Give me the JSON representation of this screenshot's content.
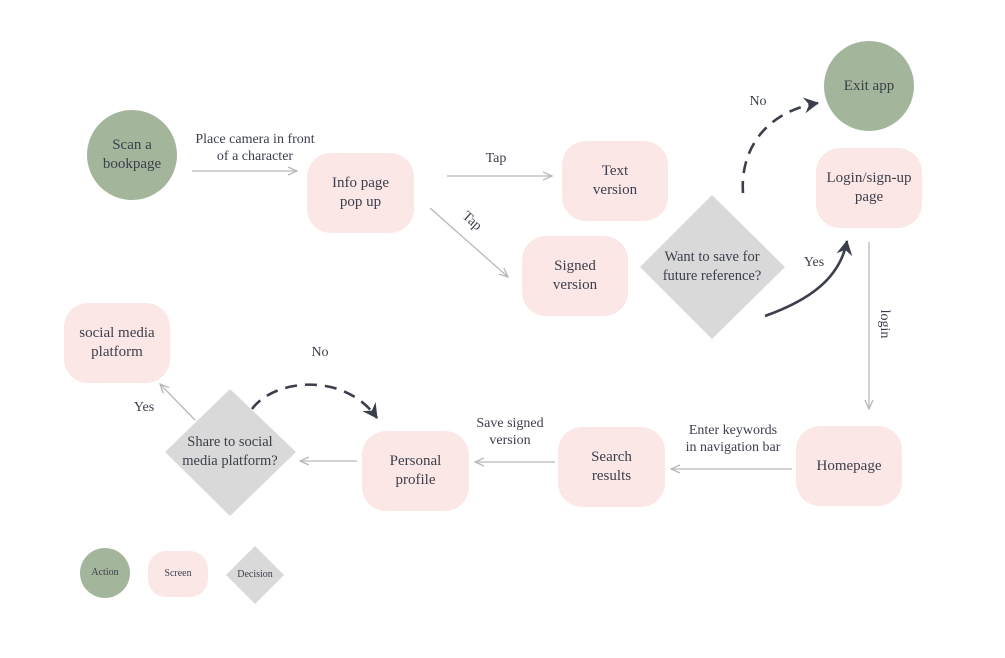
{
  "colors": {
    "action_fill": "#a3b59b",
    "screen_fill": "#fce7e7",
    "decision_fill": "#d9d9d9",
    "arrow_light": "#b9b9b9",
    "arrow_dark": "#3b3f4c",
    "text": "#3b3f4c"
  },
  "nodes": {
    "scan": "Scan a\nbookpage",
    "info": "Info page\npop up",
    "text_version": "Text\nversion",
    "signed_version": "Signed\nversion",
    "save_decision": "Want to save for\nfuture reference?",
    "exit": "Exit app",
    "login": "Login/sign-up\npage",
    "homepage": "Homepage",
    "search": "Search\nresults",
    "profile": "Personal\nprofile",
    "share_decision": "Share to social\nmedia platform?",
    "social": "social media\nplatform"
  },
  "edge_labels": {
    "place_camera": "Place camera in front\nof a character",
    "tap_text": "Tap",
    "tap_signed": "Tap",
    "no_exit": "No",
    "yes_login": "Yes",
    "login": "login",
    "enter_keywords": "Enter keywords\nin navigation bar",
    "save_signed": "Save signed\nversion",
    "no_share": "No",
    "yes_share": "Yes"
  },
  "legend": {
    "action": "Action",
    "screen": "Screen",
    "decision": "Decision"
  }
}
